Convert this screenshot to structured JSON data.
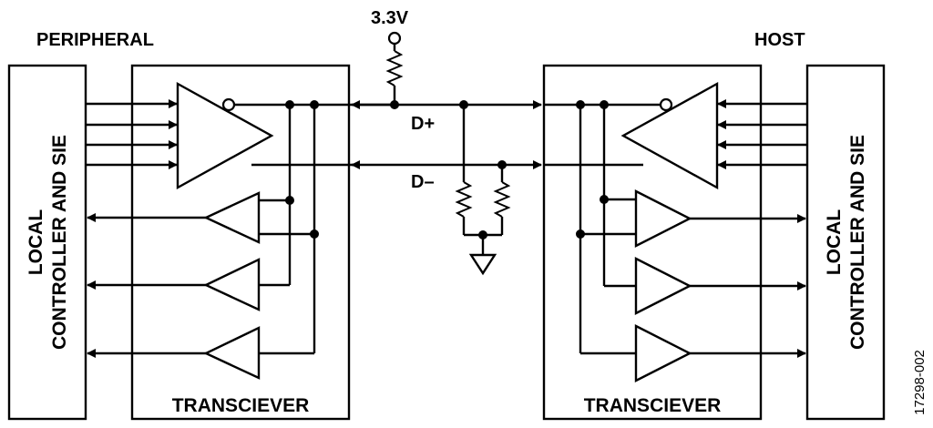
{
  "labels": {
    "peripheral": "PERIPHERAL",
    "host": "HOST",
    "supply": "3.3V",
    "d_plus": "D+",
    "d_minus": "D–",
    "local": "LOCAL",
    "controller_sie": "CONTROLLER AND SIE",
    "transceiver": "TRANSCIEVER",
    "figure_id": "17298-002"
  }
}
